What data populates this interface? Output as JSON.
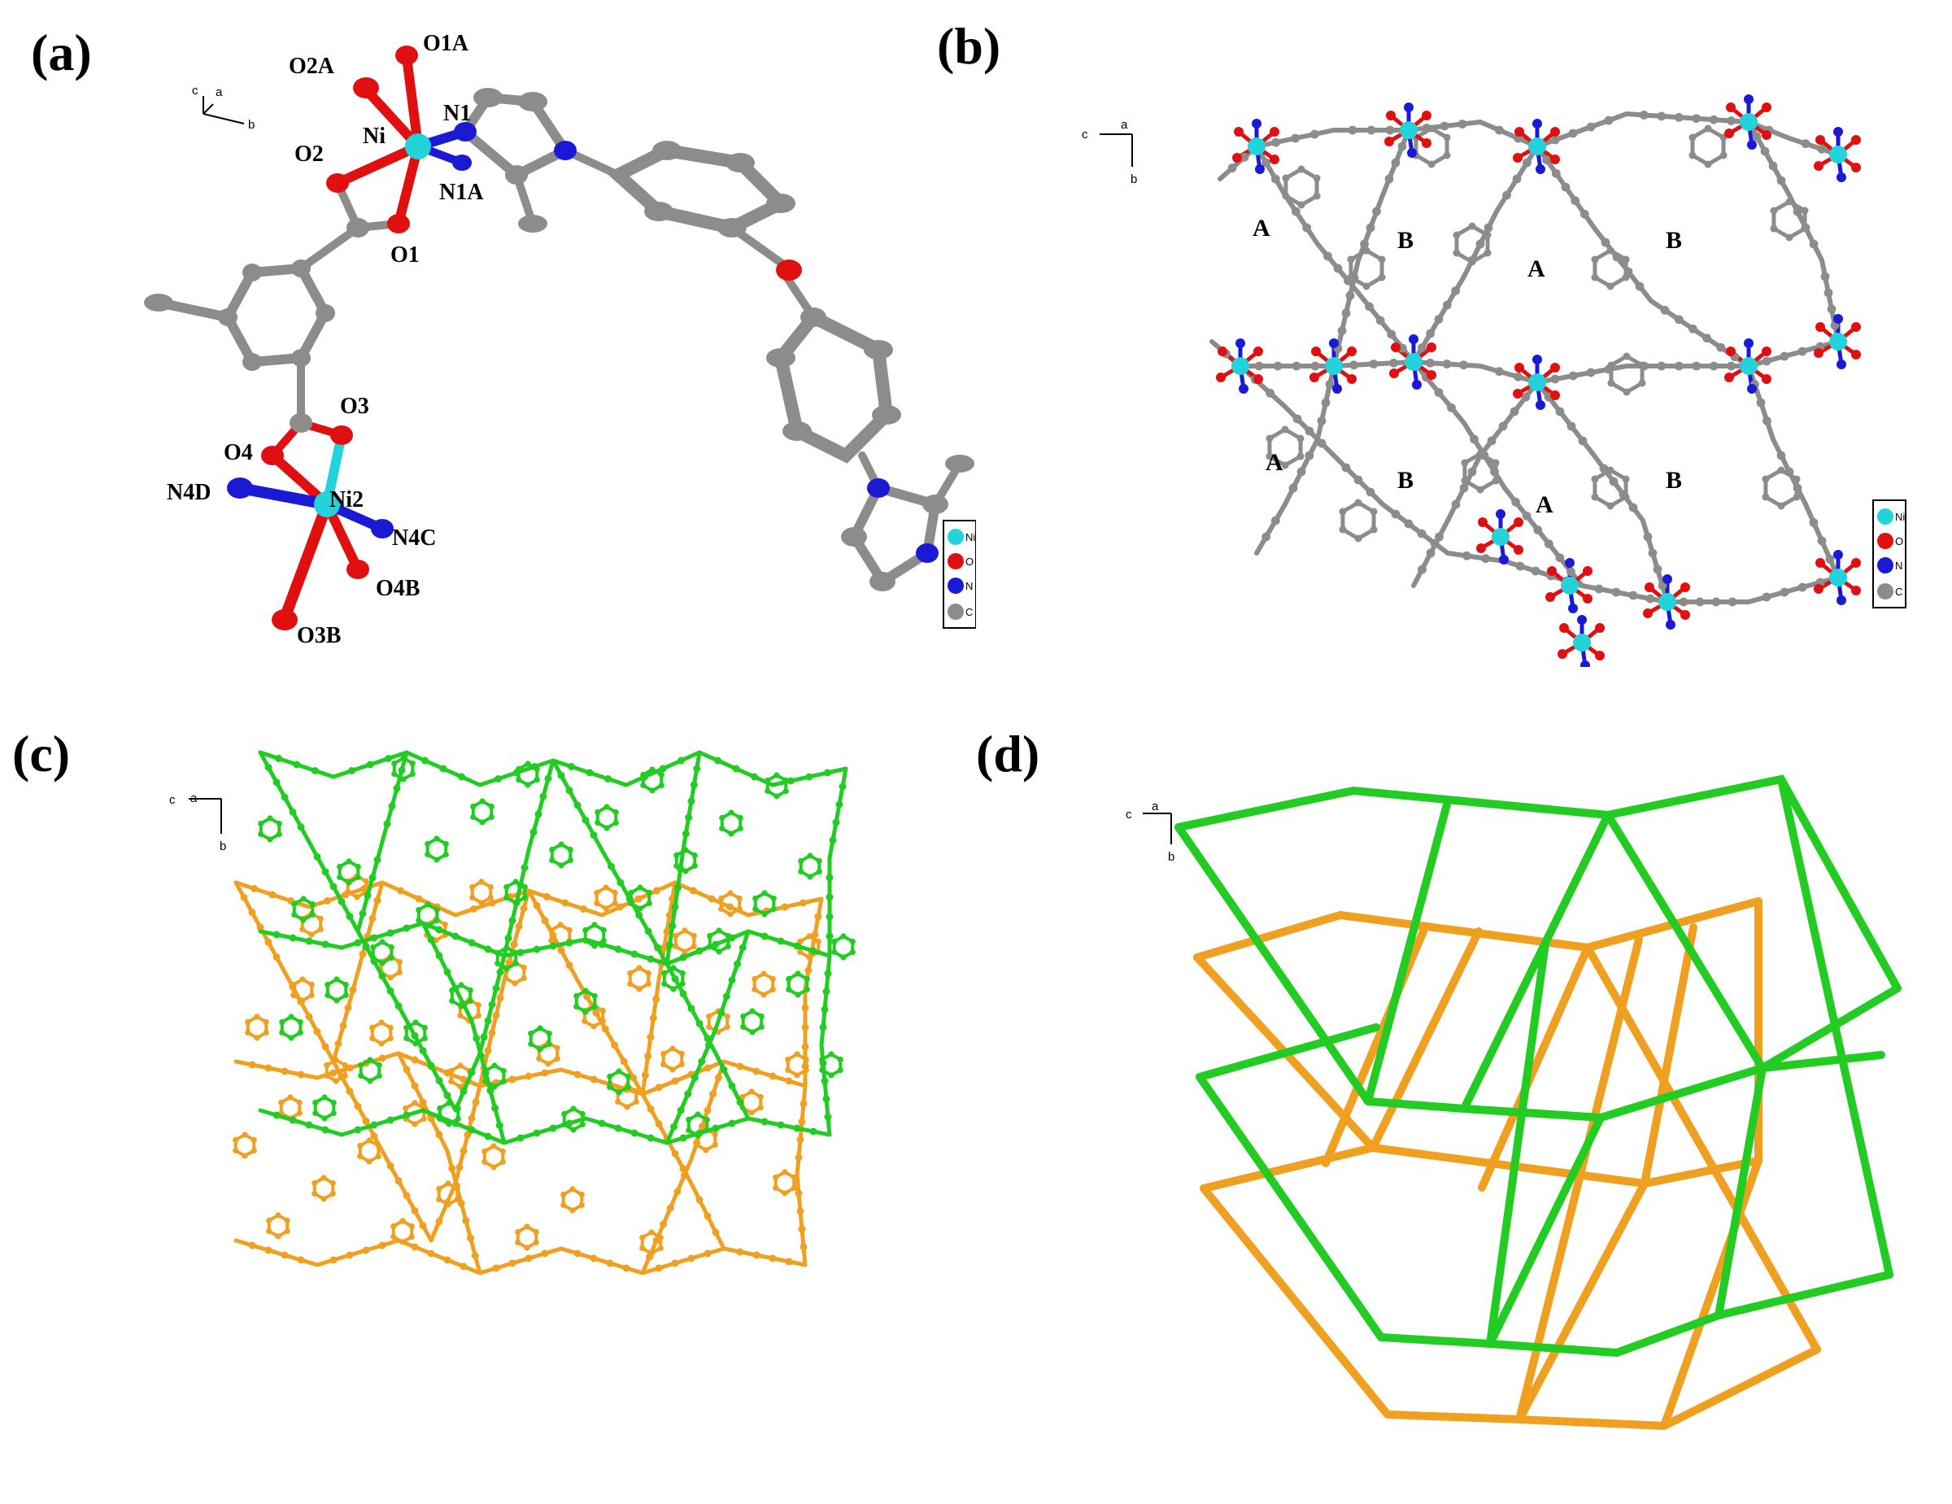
{
  "panels": {
    "a": {
      "label": "(a)",
      "atom_labels": [
        "O2A",
        "O1A",
        "N1",
        "Ni",
        "O2",
        "N1A",
        "O1",
        "O3",
        "O4",
        "N4D",
        "Ni2",
        "N4C",
        "O4B",
        "O3B"
      ],
      "axes": [
        "c",
        "a",
        "b"
      ]
    },
    "b": {
      "label": "(b)",
      "ring_labels": [
        "A",
        "B",
        "A",
        "B",
        "A",
        "B",
        "A",
        "B"
      ],
      "axes": [
        "c",
        "a",
        "b"
      ]
    },
    "c": {
      "label": "(c)",
      "axes": [
        "c",
        "a",
        "b"
      ]
    },
    "d": {
      "label": "(d)",
      "axes": [
        "c",
        "a",
        "b"
      ]
    }
  },
  "legend": {
    "items": [
      {
        "label": "Ni",
        "color": "#22d3dc"
      },
      {
        "label": "O",
        "color": "#e01010"
      },
      {
        "label": "N",
        "color": "#1a1ad6"
      },
      {
        "label": "C",
        "color": "#8c8c8c"
      }
    ]
  },
  "colors": {
    "nickel": "#22d3dc",
    "oxygen": "#e01010",
    "nitrogen": "#1a1ad6",
    "carbon": "#8c8c8c",
    "net_green": "#22cc22",
    "net_orange": "#f0a020"
  }
}
